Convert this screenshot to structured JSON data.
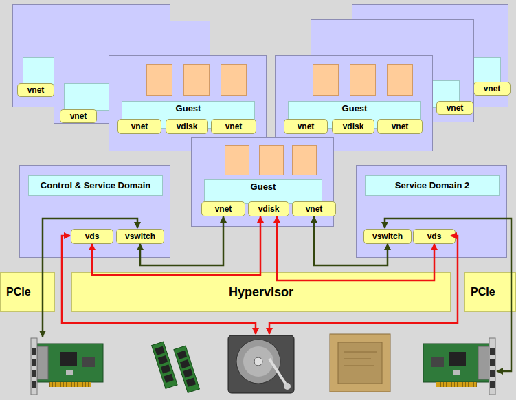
{
  "diagram": {
    "nodes": [
      {
        "text": []
      },
      {
        "text": [
          "vnet"
        ],
        "in": 0
      },
      {
        "text": []
      },
      {
        "text": [
          "vnet"
        ],
        "in": 2
      },
      {
        "text": [
          "Guest"
        ]
      },
      {
        "text": [
          "vnet"
        ],
        "in": 4
      },
      {
        "text": [
          "vdisk"
        ],
        "in": 4
      },
      {
        "text": [
          "vnet"
        ],
        "in": 4
      },
      {
        "text": []
      },
      {
        "text": [
          "vnet"
        ],
        "in": 8
      },
      {
        "text": []
      },
      {
        "text": [
          "vnet"
        ],
        "in": 10
      },
      {
        "text": [
          "Guest"
        ]
      },
      {
        "text": [
          "vnet"
        ],
        "in": 12
      },
      {
        "text": [
          "vdisk"
        ],
        "in": 12
      },
      {
        "text": [
          "vnet"
        ],
        "in": 12
      },
      {
        "text": [
          "Guest"
        ]
      },
      {
        "text": [
          "vnet"
        ],
        "in": 16
      },
      {
        "text": [
          "vdisk"
        ],
        "in": 16
      },
      {
        "text": [
          "vnet"
        ],
        "in": 16
      },
      {
        "text": [
          "Control & Service Domain"
        ]
      },
      {
        "text": [
          "vds"
        ],
        "in": 20
      },
      {
        "text": [
          "vswitch"
        ],
        "in": 20
      },
      {
        "text": [
          "Service Domain 2"
        ]
      },
      {
        "text": [
          "vswitch"
        ],
        "in": 23
      },
      {
        "text": [
          "vds"
        ],
        "in": 23
      },
      {
        "text": [
          "PCIe"
        ]
      },
      {
        "text": [
          "Hypervisor"
        ]
      },
      {
        "text": [
          "PCIe"
        ]
      }
    ],
    "edges": [
      {
        "from": 17,
        "to": 22,
        "arrow": "both"
      },
      {
        "from": 18,
        "to": 21,
        "arrow": "both"
      },
      {
        "from": 18,
        "to": 25,
        "arrow": "both"
      },
      {
        "from": 19,
        "to": 24,
        "arrow": "both"
      }
    ]
  }
}
